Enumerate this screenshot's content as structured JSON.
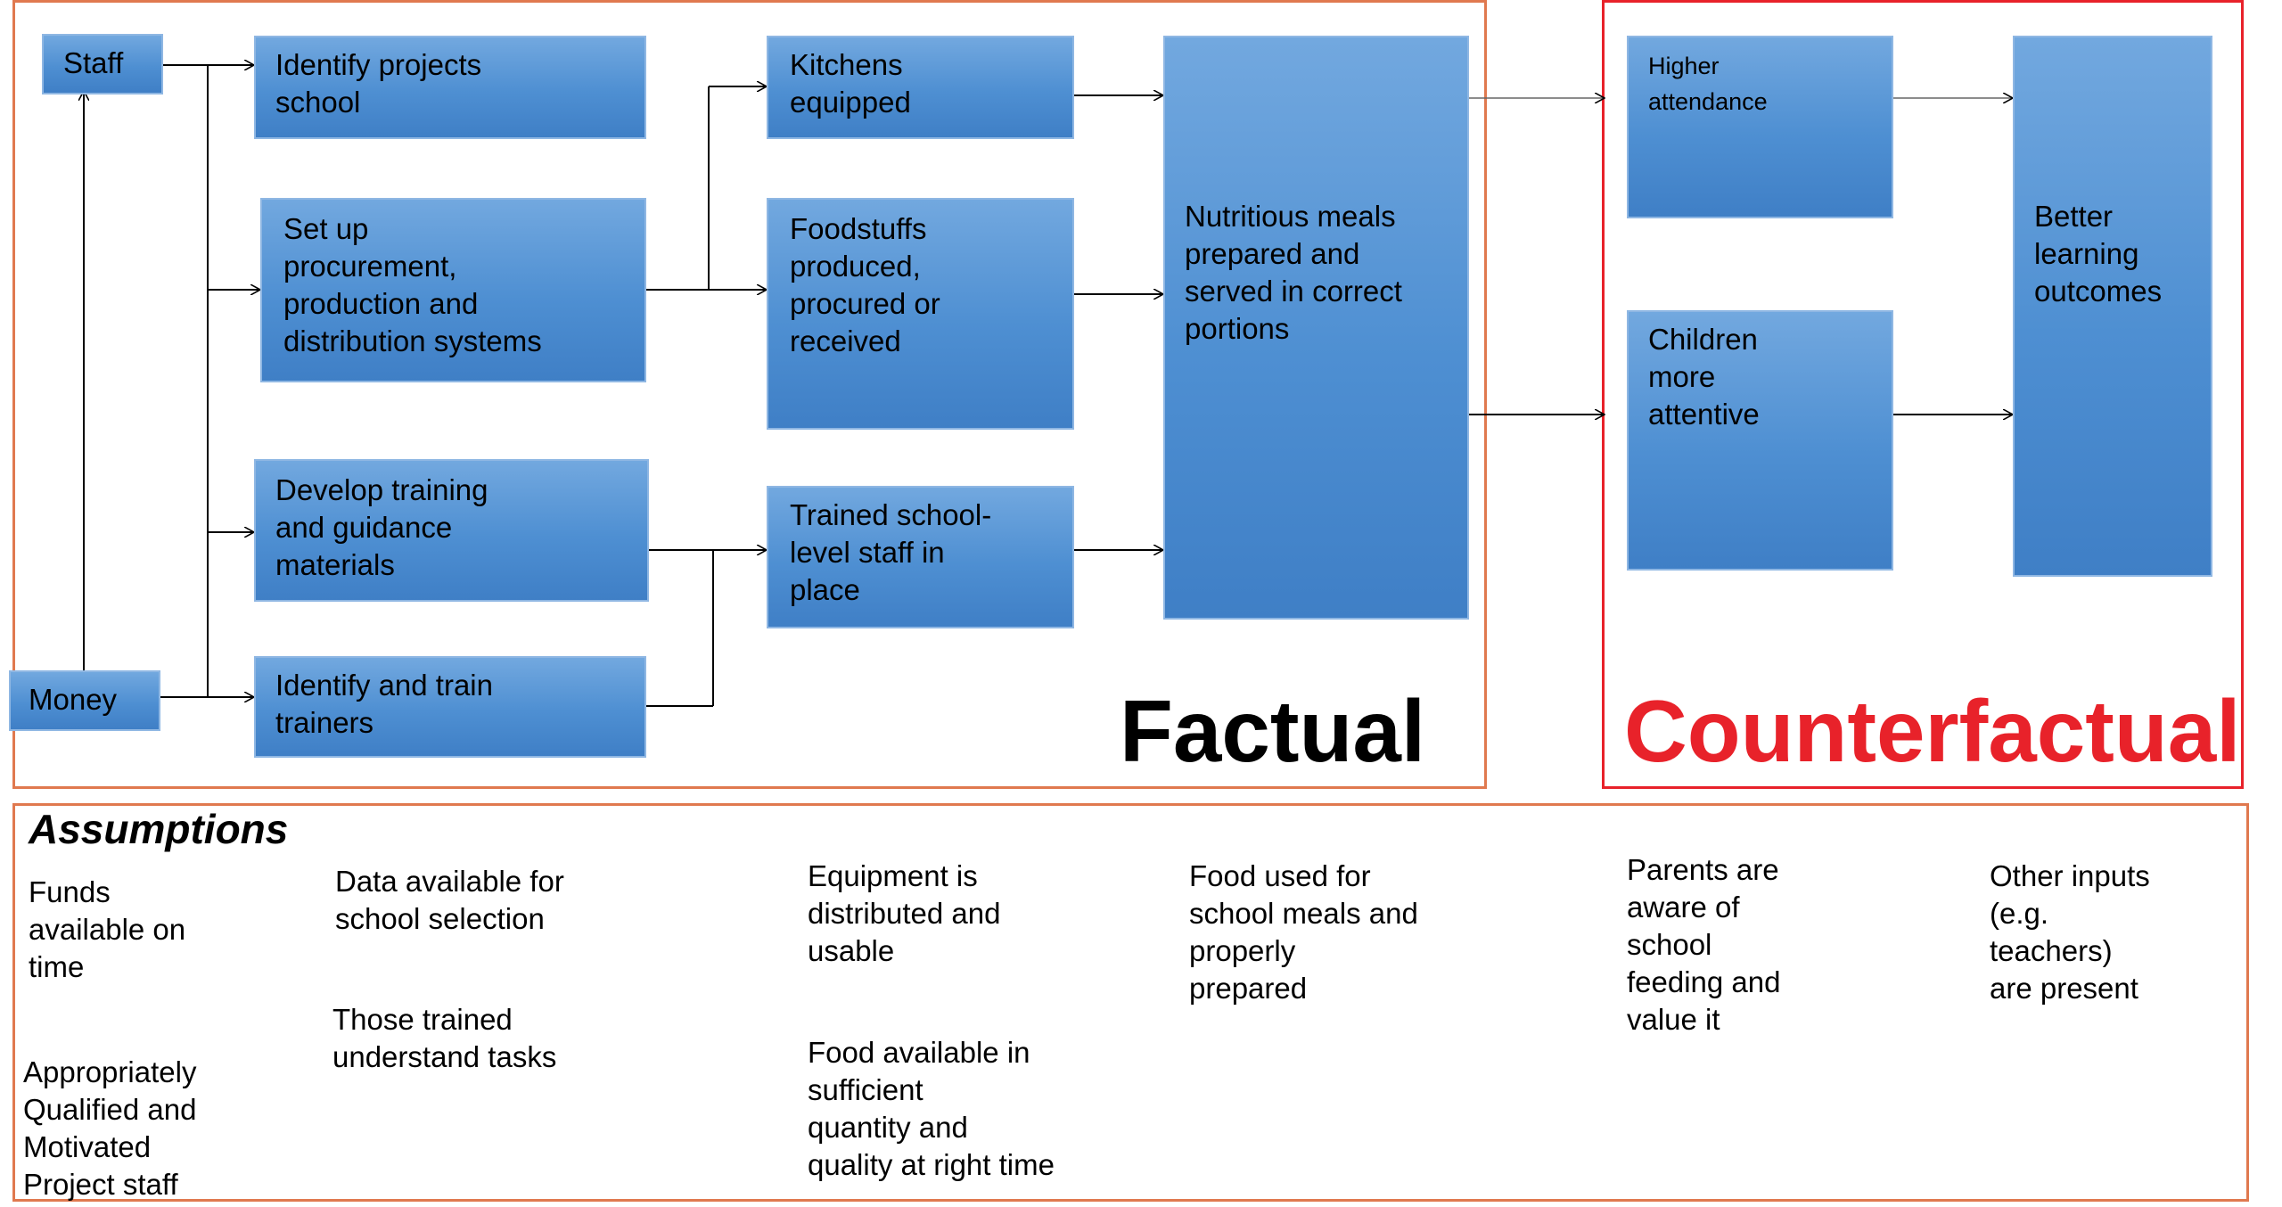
{
  "nodes": {
    "staff": "Staff",
    "money": "Money",
    "identify_projects": "Identify projects\nschool",
    "setup_procurement": "Set up\nprocurement,\nproduction and\ndistribution systems",
    "develop_training": "Develop training\nand guidance\nmaterials",
    "identify_trainers": "Identify and train\ntrainers",
    "kitchens": "Kitchens\nequipped",
    "foodstuffs": "Foodstuffs\nproduced,\nprocured or\nreceived",
    "trained_staff": "Trained school-\nlevel staff in\nplace",
    "nutritious_meals": "Nutritious meals\nprepared and\nserved in correct\nportions",
    "higher_attendance": "Higher\nattendance",
    "children_attentive": "Children\nmore\nattentive",
    "better_outcomes": "Better\nlearning\noutcomes"
  },
  "labels": {
    "factual": "Factual",
    "counterfactual": "Counterfactual",
    "assumptions_title": "Assumptions"
  },
  "assumptions": {
    "funds": "Funds\navailable on\ntime",
    "qualified_staff": "Appropriately\nQualified and\nMotivated\nProject staff",
    "data_available": "Data available for\nschool selection",
    "trained_understand": "Those trained\nunderstand tasks",
    "equipment": "Equipment is\ndistributed and\nusable",
    "food_available": "Food available in\nsufficient\nquantity and\nquality at right time",
    "food_used": "Food used for\nschool meals and\nproperly\nprepared",
    "parents_aware": "Parents are\naware of\nschool\nfeeding and\nvalue it",
    "other_inputs": "Other inputs\n(e.g.\nteachers)\nare present"
  },
  "colors": {
    "box_fill": "#4e8fd2",
    "factual_border": "#e0794f",
    "counterfactual_border": "#e8222a",
    "counterfactual_text": "#e8222a"
  }
}
